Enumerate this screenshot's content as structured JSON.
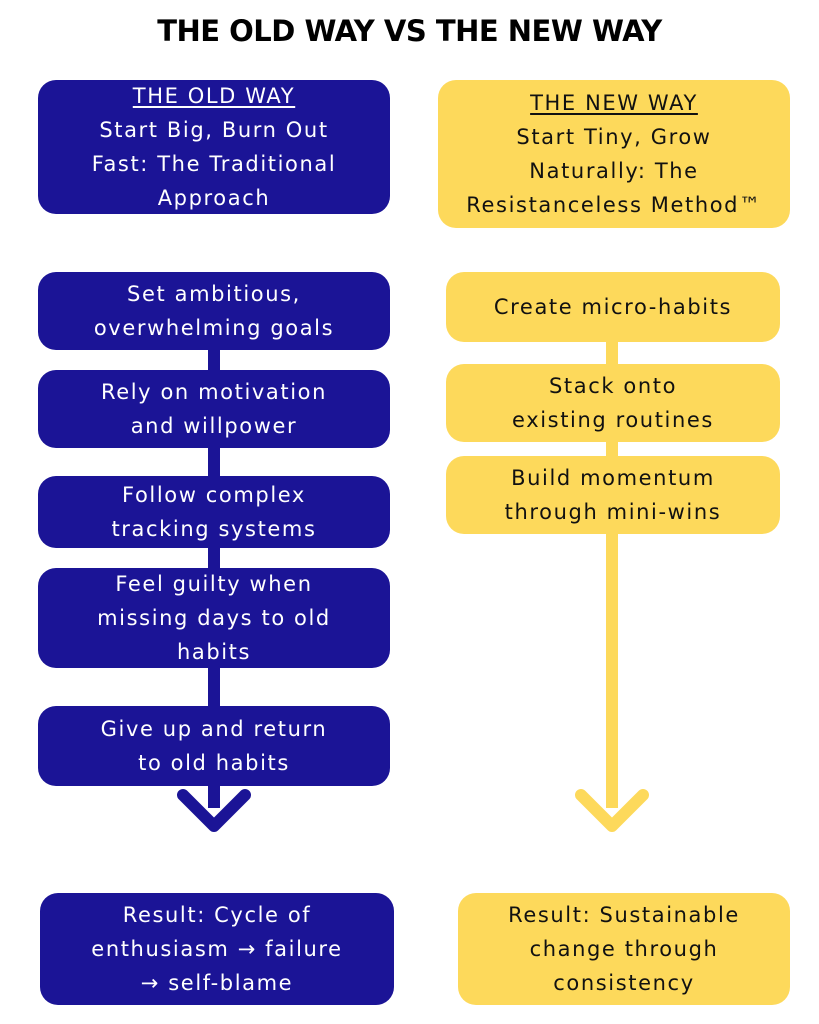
{
  "title": "THE OLD WAY VS THE NEW WAY",
  "old_way": {
    "heading": "THE OLD WAY",
    "subtitle": [
      "Start Big, Burn Out",
      "Fast: The Traditional",
      "Approach"
    ],
    "steps": [
      [
        "Set ambitious,",
        "overwhelming goals"
      ],
      [
        "Rely on motivation",
        "and willpower"
      ],
      [
        "Follow complex",
        "tracking systems"
      ],
      [
        "Feel guilty when",
        "missing days to old",
        "habits"
      ],
      [
        "Give up and return",
        "to old habits"
      ]
    ],
    "result": [
      "Result: Cycle of",
      "enthusiasm → failure",
      "→ self-blame"
    ],
    "color": "#1b1496"
  },
  "new_way": {
    "heading": "THE NEW WAY",
    "subtitle": [
      "Start Tiny, Grow",
      "Naturally: The",
      "Resistanceless Method™"
    ],
    "steps": [
      [
        "Create micro-habits"
      ],
      [
        "Stack onto",
        "existing routines"
      ],
      [
        "Build momentum",
        "through mini-wins"
      ]
    ],
    "result": [
      "Result: Sustainable",
      "change through",
      "consistency"
    ],
    "color": "#fdd95b"
  }
}
